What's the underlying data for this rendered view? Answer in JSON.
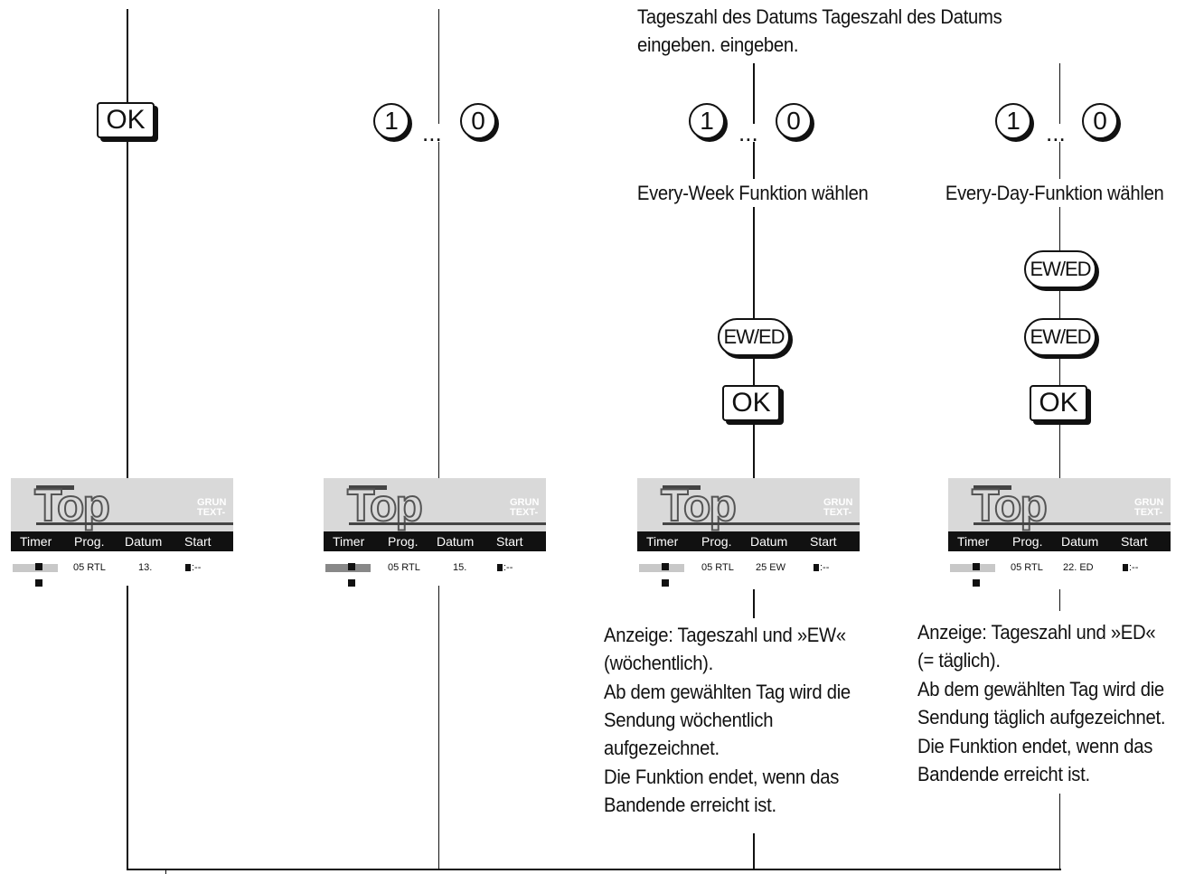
{
  "header": {
    "top_label_line1": "Tageszahl des Datums Tageszahl des Datums",
    "top_label_line2": "eingeben. eingeben."
  },
  "keys": {
    "ok": "OK",
    "digit_first": "1",
    "digit_last": "0",
    "ellipsis": "...",
    "ewed": "EW/ED"
  },
  "labels": {
    "every_week": "Every-Week Funktion wählen",
    "every_day": "Every-Day-Funktion wählen"
  },
  "screens": [
    {
      "brand_line1": "GRUN",
      "brand_line2": "TEXT-",
      "prog": "05 RTL",
      "datum": "13."
    },
    {
      "brand_line1": "GRUN",
      "brand_line2": "TEXT-",
      "prog": "05 RTL",
      "datum": "15."
    },
    {
      "brand_line1": "GRUN",
      "brand_line2": "TEXT-",
      "prog": "05 RTL",
      "datum": "25 EW"
    },
    {
      "brand_line1": "GRUN",
      "brand_line2": "TEXT-",
      "prog": "05 RTL",
      "datum": "22. ED"
    }
  ],
  "screen_header": {
    "timer": "Timer",
    "prog": "Prog.",
    "datum": "Datum",
    "start": "Start",
    "start_value": ":--",
    "logo": "Top"
  },
  "notes": {
    "ew": [
      "Anzeige: Tageszahl und »EW«",
      "(wöchentlich).",
      "Ab dem gewählten Tag wird die",
      "Sendung wöchentlich",
      "aufgezeichnet.",
      "Die Funktion endet, wenn das",
      "Bandende erreicht ist."
    ],
    "ed": [
      "Anzeige: Tageszahl und »ED«",
      "(= täglich).",
      "Ab dem gewählten Tag wird die",
      "Sendung täglich aufgezeichnet.",
      "Die Funktion endet, wenn das",
      "Bandende erreicht ist."
    ]
  }
}
